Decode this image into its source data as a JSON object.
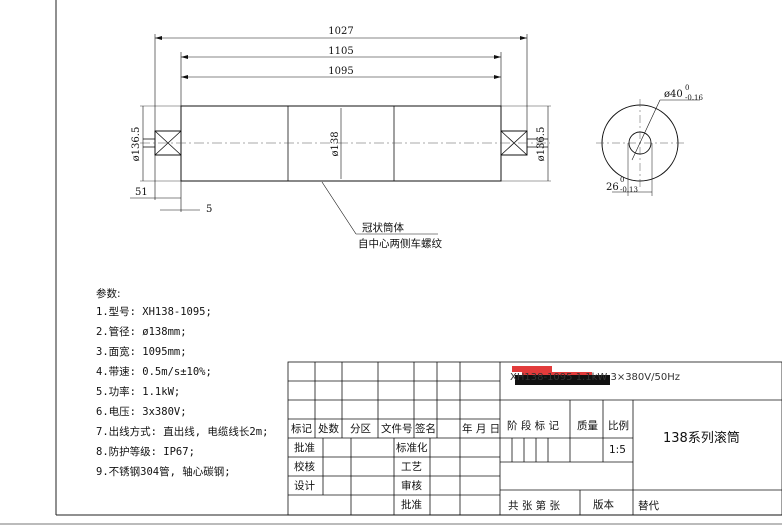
{
  "drawing": {
    "dimensions": {
      "overall_1": "1027",
      "overall_2": "1105",
      "face_width": "1095",
      "left_dia": "ø136.5",
      "center_dia": "ø138",
      "right_dia": "ø136.5",
      "left_offset": "51",
      "small_gap": "5",
      "bore_dia": "ø40",
      "bore_tol_upper": "0",
      "bore_tol_lower": "-0.16",
      "flat_width": "26",
      "flat_tol_upper": "0",
      "flat_tol_lower": "-0.13"
    },
    "callout": {
      "line1": "冠状筒体",
      "line2": "自中心两侧车螺纹"
    }
  },
  "params": {
    "title": "参数:",
    "items": [
      "1.型号: XH138-1095;",
      "2.管径: ø138mm;",
      "3.面宽: 1095mm;",
      "4.带速: 0.5m/s±10%;",
      "5.功率: 1.1kW;",
      "6.电压: 3x380V;",
      "7.出线方式: 直出线, 电缆线长2m;",
      "8.防护等级: IP67;",
      "9.不锈钢304管, 轴心碳钢;"
    ]
  },
  "title_block": {
    "row_headers": [
      "标记",
      "处数",
      "分区",
      "文件号",
      "签名",
      "年 月 日"
    ],
    "left_labels": [
      "批准",
      "校核",
      "设计"
    ],
    "mid_labels": [
      "标准化",
      "工艺",
      "审核",
      "批准"
    ],
    "spec_text": "XH138-1095 1.1kW 3×380V/50Hz",
    "stage_labels": "阶 段 标 记",
    "weight_label": "质量",
    "scale_label": "比例",
    "scale_value": "1:5",
    "part_name": "138系列滚筒",
    "sheet_text": "共  张 第  张",
    "version_label": "版本",
    "replace_label": "替代"
  }
}
